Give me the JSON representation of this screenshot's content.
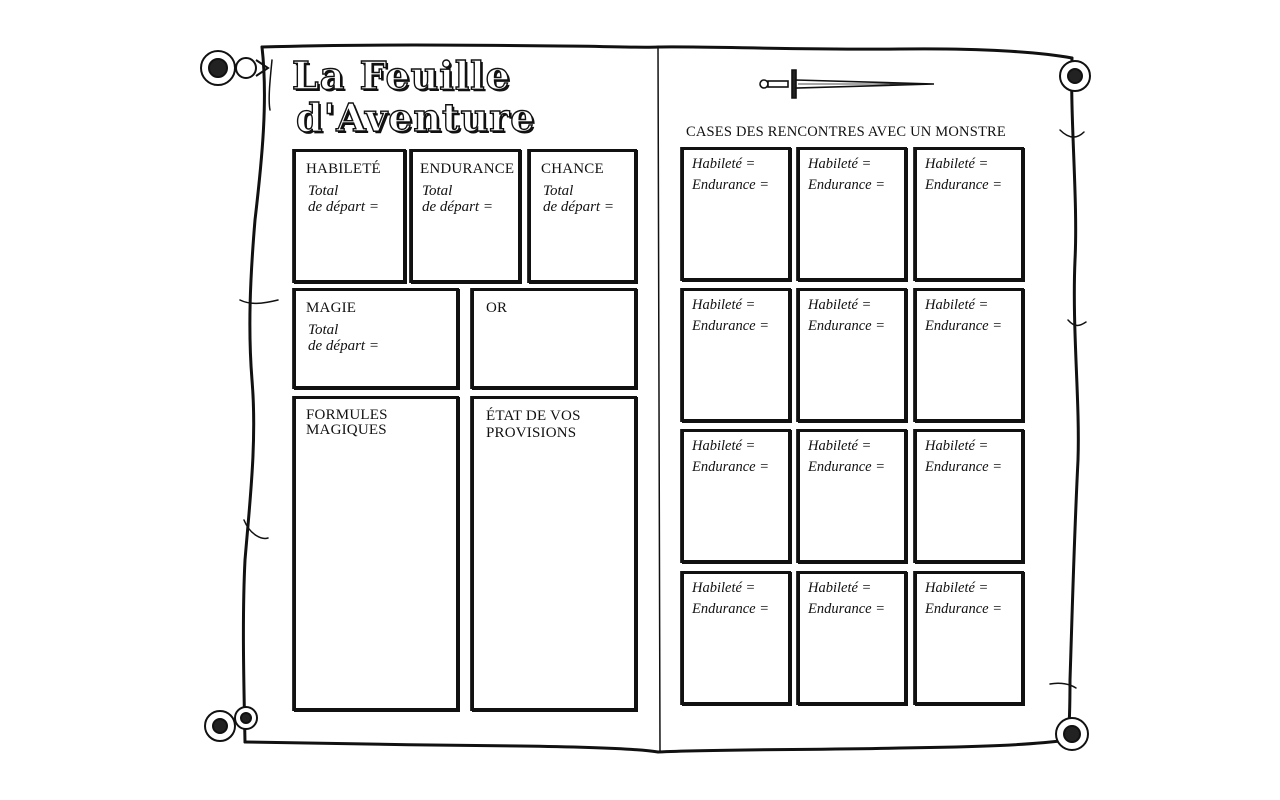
{
  "page": {
    "title_line1": "La Feuille",
    "title_line2": "d'Aventure"
  },
  "stats": {
    "habilete_label": "HABILETÉ",
    "endurance_label": "ENDURANCE",
    "chance_label": "CHANCE",
    "magie_label": "MAGIE",
    "or_label": "OR",
    "total_line1": "Total",
    "total_line2": "de départ ="
  },
  "panels": {
    "formules_label": "FORMULES\nMAGIQUES",
    "provisions_label": "ÉTAT DE VOS\nPROVISIONS"
  },
  "monsters": {
    "heading": "CASES DES RENCONTRES AVEC UN MONSTRE",
    "habilete_field": "Habileté =",
    "endurance_field": "Endurance ="
  },
  "decorations": {
    "sword_icon": "sword-icon",
    "corner_icon": "knot-ornament-icon"
  }
}
